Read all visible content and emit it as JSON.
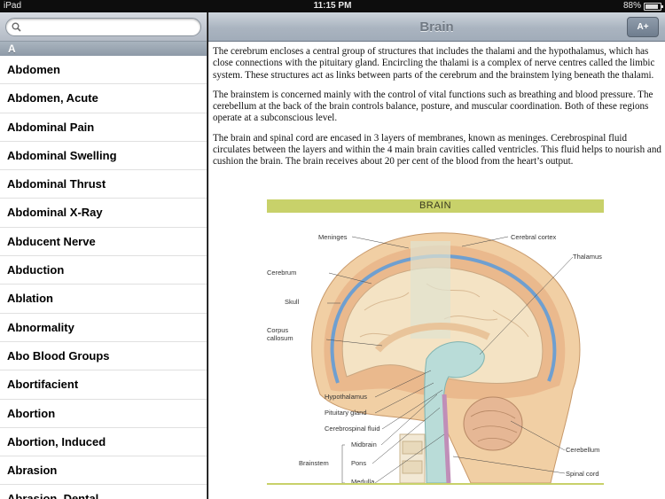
{
  "status": {
    "carrier": "iPad",
    "time": "11:15 PM",
    "battery": "88%",
    "battery_level": 0.88
  },
  "search": {
    "placeholder": "",
    "value": ""
  },
  "sidebar": {
    "section": "A",
    "items": [
      "Abdomen",
      "Abdomen, Acute",
      "Abdominal Pain",
      "Abdominal Swelling",
      "Abdominal Thrust",
      "Abdominal X-Ray",
      "Abducent Nerve",
      "Abduction",
      "Ablation",
      "Abnormality",
      "Abo Blood Groups",
      "Abortifacient",
      "Abortion",
      "Abortion, Induced",
      "Abrasion",
      "Abrasion, Dental"
    ]
  },
  "article": {
    "title": "Brain",
    "font_button": "A+",
    "paragraphs": [
      "The cerebrum encloses a central group of structures that includes the thalami and the hypothalamus, which has close connections with the pituitary gland. Encircling the thalami is a complex of nerve centres called the limbic system. These structures act as links between parts of the cerebrum and the brainstem lying beneath the thalami.",
      "The brainstem is concerned mainly with the control of vital functions such as breathing and blood pressure. The cerebellum at the back of the brain controls balance, posture, and muscular coordination. Both of these regions operate at a subconscious level.",
      "The brain and spinal cord are encased in 3 layers of membranes, known as meninges. Cerebrospinal fluid circulates between the layers and within the 4 main brain cavities called ventricles. This fluid helps to nourish and cushion the brain. The brain receives about 20 per cent of the blood from the heart’s output."
    ]
  },
  "figure": {
    "title": "BRAIN",
    "labels": {
      "meninges": "Meninges",
      "cerebral_cortex": "Cerebral cortex",
      "thalamus": "Thalamus",
      "cerebrum": "Cerebrum",
      "skull": "Skull",
      "corpus_callosum": "Corpus\ncallosum",
      "hypothalamus": "Hypothalamus",
      "pituitary": "Pituitary gland",
      "csf": "Cerebrospinal fluid",
      "midbrain": "Midbrain",
      "brainstem": "Brainstem",
      "pons": "Pons",
      "medulla": "Medulla",
      "cerebellum": "Cerebellum",
      "spinal_cord": "Spinal cord"
    }
  },
  "colors": {
    "accent": "#c8d16a",
    "nav_title": "#6f7882"
  }
}
